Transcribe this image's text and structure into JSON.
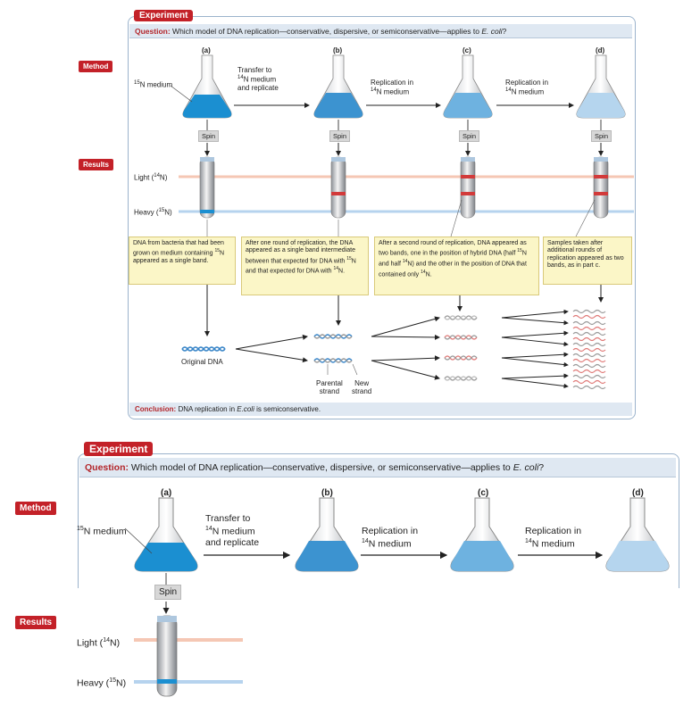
{
  "top": {
    "experiment_label": "Experiment",
    "question_prefix": "Question:",
    "question_text": "Which model of DNA replication—conservative, dispersive, or semiconservative—applies to",
    "question_organism": "E. coli",
    "question_end": "?",
    "method_label": "Method",
    "results_label": "Results",
    "columns": [
      "(a)",
      "(b)",
      "(c)",
      "(d)"
    ],
    "medium_label": "15N medium",
    "transfer_label": [
      "Transfer to",
      "14N medium",
      "and replicate"
    ],
    "replication_label": [
      "Replication in",
      "14N medium"
    ],
    "spin_label": "Spin",
    "light_label": "Light (14N)",
    "heavy_label": "Heavy (15N)",
    "notes": [
      "DNA from bacteria that had been grown on medium containing 15N appeared as a single band.",
      "After one round of replication, the DNA appeared as a single band intermediate between that expected for DNA with 15N and that expected for DNA with 14N.",
      "After a second round of replication, DNA appeared as two bands, one in the position of hybrid DNA (half 15N and half 14N) and the other in the position of DNA that contained only 14N.",
      "Samples taken after additional rounds of replication appeared as two bands, as in part c."
    ],
    "original_dna_label": "Original DNA",
    "parental_label": [
      "Parental",
      "strand"
    ],
    "new_label": [
      "New",
      "strand"
    ],
    "conclusion_prefix": "Conclusion:",
    "conclusion_text": "DNA replication in",
    "conclusion_organism": "E.coli",
    "conclusion_end": "is semiconservative."
  },
  "bottom": {
    "experiment_label": "Experiment",
    "question_prefix": "Question:",
    "question_text": "Which model of DNA replication—conservative, dispersive, or semiconservative—applies to",
    "question_organism": "E. coli",
    "question_end": "?",
    "method_label": "Method",
    "results_label": "Results",
    "columns": [
      "(a)",
      "(b)",
      "(c)",
      "(d)"
    ],
    "medium_label": "15N medium",
    "transfer_label": [
      "Transfer to",
      "14N medium",
      "and replicate"
    ],
    "replication_label": [
      "Replication in",
      "14N medium"
    ],
    "spin_label": "Spin",
    "light_label": "Light (14N)",
    "heavy_label": "Heavy (15N)"
  },
  "colors": {
    "accent_red": "#c32128",
    "panel_blue": "#dfe8f2",
    "note_yellow": "#fbf6c7",
    "light_band": "#f5c7b4",
    "heavy_band": "#b6d3ee",
    "medium_blue": "#2e86c8"
  }
}
